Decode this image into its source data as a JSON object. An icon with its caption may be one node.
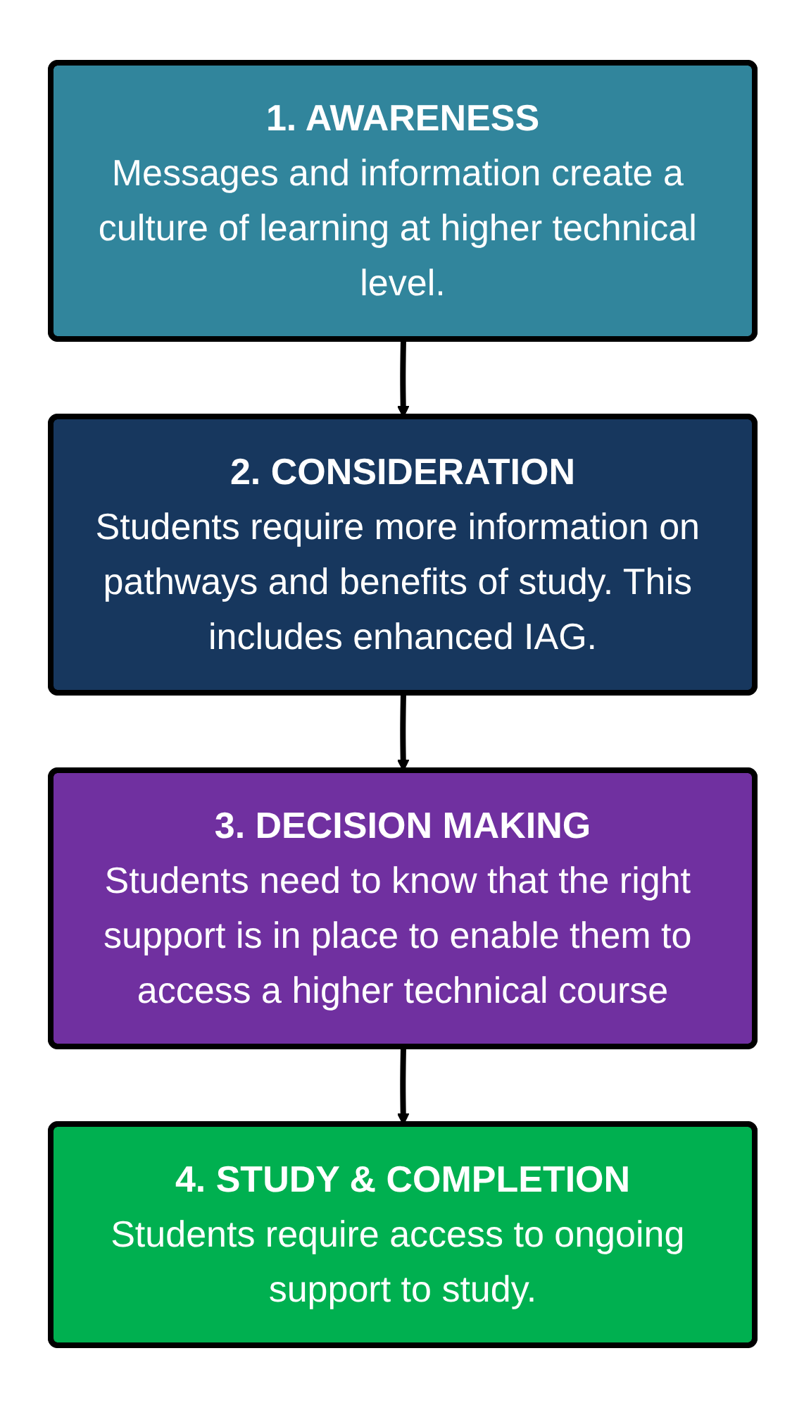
{
  "diagram": {
    "nodes": [
      {
        "text": [
          "1. AWARENESS",
          "Messages and information create a culture of learning at higher technical level."
        ]
      },
      {
        "text": [
          "2. CONSIDERATION",
          "Students require more information on pathways and benefits of study. This includes enhanced IAG."
        ]
      },
      {
        "text": [
          "3. DECISION MAKING",
          "Students need to know that the right support is in place to enable them to access a higher technical course"
        ]
      },
      {
        "text": [
          "4. STUDY & COMPLETION",
          "Students require access to ongoing support to study."
        ]
      }
    ],
    "edges": [
      {
        "from": 0,
        "to": 1,
        "arrow": "to"
      },
      {
        "from": 1,
        "to": 2,
        "arrow": "to"
      },
      {
        "from": 2,
        "to": 3,
        "arrow": "to"
      }
    ]
  }
}
